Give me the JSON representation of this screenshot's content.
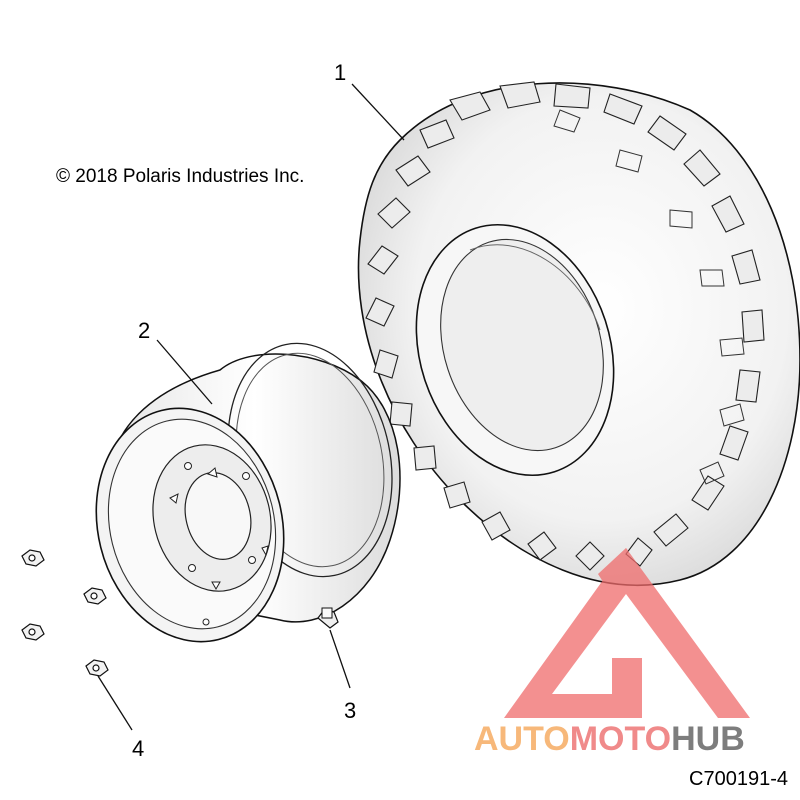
{
  "copyright": "© 2018 Polaris Industries Inc.",
  "drawing_code": "C700191-4",
  "callouts": {
    "c1": "1",
    "c2": "2",
    "c3": "3",
    "c4": "4"
  },
  "watermark": {
    "part_a": "AUTO",
    "part_b": "MOTO",
    "part_c": "HUB",
    "color_a": "#f7b87a",
    "color_b": "#f08a8a",
    "color_c": "#7d7d7d",
    "logo_color": "#ef6b6b"
  }
}
